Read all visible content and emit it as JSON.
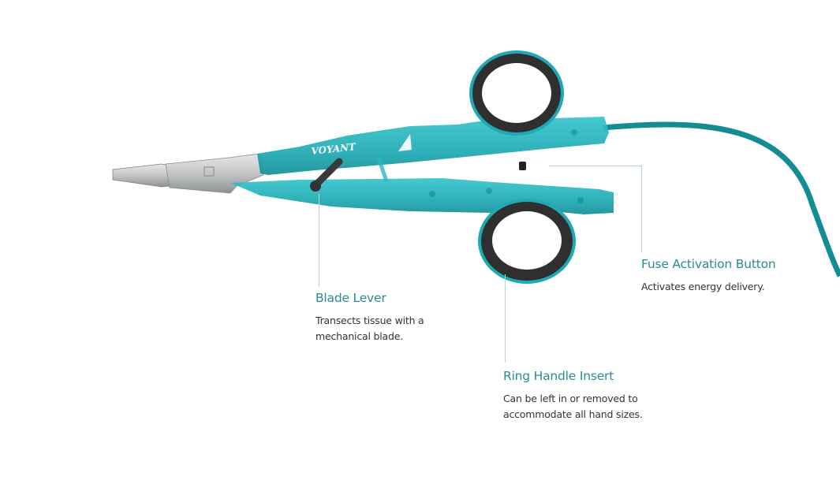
{
  "product": {
    "brand_logo": "VOYANT",
    "colors": {
      "body": "#1fb3bd",
      "body_dark": "#0f8c96",
      "ring": "#2f2f2f",
      "cable": "#138c95",
      "metal": "#c9cacb",
      "label": "#2a8b93"
    }
  },
  "callouts": [
    {
      "title": "Blade Lever",
      "description_lines": [
        "Transects tissue with a",
        "mechanical blade."
      ]
    },
    {
      "title": "Ring Handle Insert",
      "description_lines": [
        "Can be left in or removed to",
        "accommodate all hand sizes."
      ]
    },
    {
      "title": "Fuse Activation Button",
      "description_lines": [
        "Activates energy delivery."
      ]
    }
  ]
}
